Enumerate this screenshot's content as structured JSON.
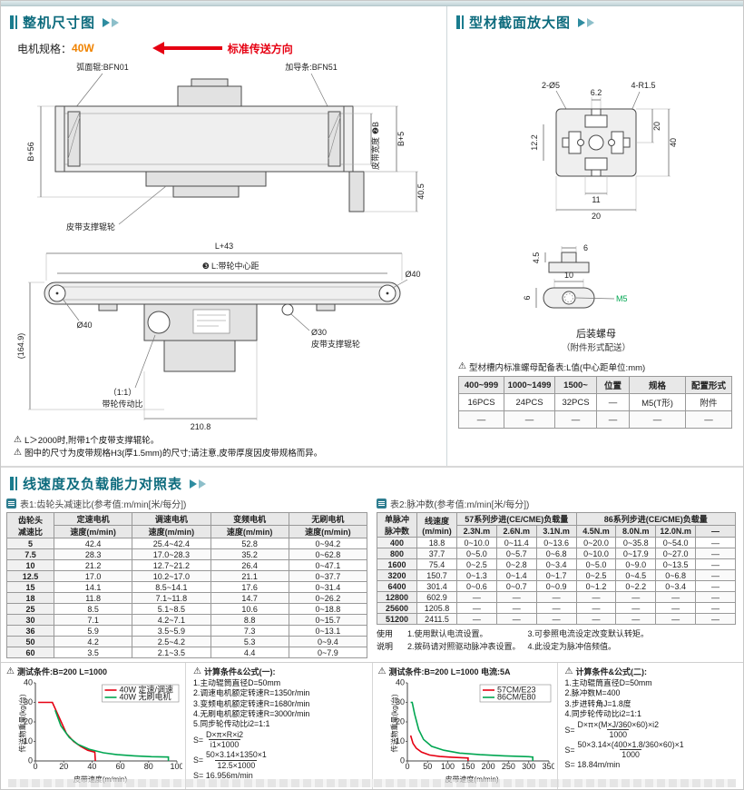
{
  "colors": {
    "teal": "#1a7c8e",
    "orange": "#f08300",
    "red": "#e60012",
    "green": "#00a651"
  },
  "warn": "⚠",
  "headers": {
    "dims": "整机尺寸图",
    "profile": "型材截面放大图",
    "speed": "线速度及负载能力对照表"
  },
  "d1": {
    "motor_label": "电机规格：",
    "motor_value": "40W",
    "direction": "标准传送方向",
    "arc": "弧面辊:BFN01",
    "guide": "加导条:BFN51",
    "b56": "B+56",
    "b5": "B+5",
    "bw_badge": "❷B",
    "bw_text": "皮带宽度",
    "h405": "40.5",
    "support": "皮带支撑辊轮",
    "l43": "L+43",
    "center_badge": "❸",
    "center_text": "L:带轮中心距",
    "d40": "Ø40",
    "d40b": "Ø40",
    "d30": "Ø30",
    "support2": "皮带支撑辊轮",
    "h1649": "(164.9)",
    "ratio": "（1:1）",
    "ratio_text": "带轮传动比",
    "w2108": "210.8",
    "note1": "L＞2000时,附带1个皮带支撑辊轮。",
    "note2": "图中的尺寸为皮带规格H3(厚1.5mm)的尺寸;请注意,皮带厚度因皮带规格而异。"
  },
  "d2": {
    "h25": "2-Ø5",
    "w62": "6.2",
    "r15": "4-R1.5",
    "h122": "12.2",
    "h20": "20",
    "h40": "40",
    "w11": "11",
    "w20": "20",
    "n6": "6",
    "n45": "4.5",
    "n10": "10",
    "n6b": "6",
    "m5": "M5",
    "nut": "后装螺母",
    "nut_sub": "（附件形式配送）",
    "nut_title": "型材槽内标准螺母配备表:L值(中心距单位:mm)",
    "nut_headers": [
      "400~999",
      "1000~1499",
      "1500~",
      "位置",
      "规格",
      "配置形式"
    ],
    "nut_rows": [
      [
        "16PCS",
        "24PCS",
        "32PCS",
        "—",
        "M5(T形)",
        "附件"
      ],
      [
        "—",
        "—",
        "—",
        "—",
        "—",
        "—"
      ]
    ]
  },
  "table1": {
    "title": "表1:齿轮头减速比(参考值:m/min[米/每分])",
    "col0_line1": "齿轮头",
    "col0_line2": "减速比",
    "groups": [
      "定速电机",
      "调速电机",
      "变频电机",
      "无刷电机"
    ],
    "sub": "速度(m/min)",
    "rows": [
      [
        "5",
        "42.4",
        "25.4~42.4",
        "52.8",
        "0~94.2"
      ],
      [
        "7.5",
        "28.3",
        "17.0~28.3",
        "35.2",
        "0~62.8"
      ],
      [
        "10",
        "21.2",
        "12.7~21.2",
        "26.4",
        "0~47.1"
      ],
      [
        "12.5",
        "17.0",
        "10.2~17.0",
        "21.1",
        "0~37.7"
      ],
      [
        "15",
        "14.1",
        "8.5~14.1",
        "17.6",
        "0~31.4"
      ],
      [
        "18",
        "11.8",
        "7.1~11.8",
        "14.7",
        "0~26.2"
      ],
      [
        "25",
        "8.5",
        "5.1~8.5",
        "10.6",
        "0~18.8"
      ],
      [
        "30",
        "7.1",
        "4.2~7.1",
        "8.8",
        "0~15.7"
      ],
      [
        "36",
        "5.9",
        "3.5~5.9",
        "7.3",
        "0~13.1"
      ],
      [
        "50",
        "4.2",
        "2.5~4.2",
        "5.3",
        "0~9.4"
      ],
      [
        "60",
        "3.5",
        "2.1~3.5",
        "4.4",
        "0~7.9"
      ]
    ]
  },
  "table2": {
    "title": "表2:脉冲数(参考值:m/min[米/每分])",
    "col0_line1": "单脉冲",
    "col0_line2": "脉冲数",
    "col1_line1": "线速度",
    "col1_line2": "(m/min)",
    "group57": "57系列步进(CE/CME)负载量",
    "group86": "86系列步进(CE/CME)负载量",
    "sub": [
      "2.3N.m",
      "2.6N.m",
      "3.1N.m",
      "4.5N.m",
      "8.0N.m",
      "12.0N.m",
      "—"
    ],
    "rows": [
      [
        "400",
        "18.8",
        "0~10.0",
        "0~11.4",
        "0~13.6",
        "0~20.0",
        "0~35.8",
        "0~54.0",
        "—"
      ],
      [
        "800",
        "37.7",
        "0~5.0",
        "0~5.7",
        "0~6.8",
        "0~10.0",
        "0~17.9",
        "0~27.0",
        "—"
      ],
      [
        "1600",
        "75.4",
        "0~2.5",
        "0~2.8",
        "0~3.4",
        "0~5.0",
        "0~9.0",
        "0~13.5",
        "—"
      ],
      [
        "3200",
        "150.7",
        "0~1.3",
        "0~1.4",
        "0~1.7",
        "0~2.5",
        "0~4.5",
        "0~6.8",
        "—"
      ],
      [
        "6400",
        "301.4",
        "0~0.6",
        "0~0.7",
        "0~0.9",
        "0~1.2",
        "0~2.2",
        "0~3.4",
        "—"
      ],
      [
        "12800",
        "602.9",
        "—",
        "—",
        "—",
        "—",
        "—",
        "—",
        "—"
      ],
      [
        "25600",
        "1205.8",
        "—",
        "—",
        "—",
        "—",
        "—",
        "—",
        "—"
      ],
      [
        "51200",
        "2411.5",
        "—",
        "—",
        "—",
        "—",
        "—",
        "—",
        "—"
      ]
    ]
  },
  "usage": {
    "label1": "使用",
    "label2": "说明",
    "note1": "1.使用默认电流设置。",
    "note2": "2.拨码请对照驱动脉冲表设置。",
    "note3": "3.可参照电流设定改变默认转矩。",
    "note4": "4.此设定为脉冲倍频值。"
  },
  "chart1": {
    "type": "line",
    "condition": "测试条件:B=200  L=1000",
    "ylabel": "传送物重量(kg/台)",
    "xlabel": "皮带速度(m/min)",
    "legend": [
      "40W 定速/调速",
      "40W 无刷电机"
    ],
    "xticks": [
      0,
      20,
      40,
      60,
      80,
      100
    ],
    "yticks": [
      0,
      10,
      20,
      30,
      40
    ],
    "series_red": [
      [
        2,
        30
      ],
      [
        12,
        30
      ],
      [
        17,
        22
      ],
      [
        22,
        14
      ],
      [
        27,
        10
      ],
      [
        32,
        7.5
      ],
      [
        37,
        5.5
      ],
      [
        42,
        4.5
      ],
      [
        42.4,
        0
      ]
    ],
    "series_green": [
      [
        14,
        26
      ],
      [
        18,
        18
      ],
      [
        24,
        12
      ],
      [
        30,
        8.5
      ],
      [
        38,
        6
      ],
      [
        48,
        4.2
      ],
      [
        58,
        3.2
      ],
      [
        70,
        2.6
      ],
      [
        82,
        2.2
      ],
      [
        94,
        2
      ],
      [
        94,
        0
      ]
    ]
  },
  "formula1": {
    "title": "计算条件&公式(一):",
    "lines": [
      "1.主动辊筒直径D=50mm",
      "2.调速电机额定转速R=1350r/min",
      "3.变频电机额定转速R=1680r/min",
      "4.无刷电机额定转速R=3000r/min",
      "5.同步轮传动比i2=1:1"
    ],
    "s": "S=",
    "f1_num": "D×π×R×i2",
    "f1_den": "i1×1000",
    "f2_num": "50×3.14×1350×1",
    "f2_den": "12.5×1000",
    "result": "S= 16.956m/min"
  },
  "chart2": {
    "type": "line",
    "condition": "测试条件:B=200  L=1000  电流:5A",
    "ylabel": "传送物重量(kg/台)",
    "xlabel": "皮带速度(m/min)",
    "legend": [
      "57CM/E23",
      "86CM/E80"
    ],
    "xticks": [
      0,
      50,
      100,
      150,
      200,
      250,
      300,
      350
    ],
    "yticks": [
      0,
      10,
      20,
      30,
      40
    ],
    "series_red": [
      [
        8,
        13
      ],
      [
        14,
        9
      ],
      [
        22,
        6.5
      ],
      [
        35,
        4.5
      ],
      [
        55,
        3
      ],
      [
        80,
        2.3
      ],
      [
        110,
        1.9
      ],
      [
        140,
        1.6
      ],
      [
        150,
        1.5
      ],
      [
        150,
        0
      ]
    ],
    "series_green": [
      [
        8,
        30
      ],
      [
        12,
        30
      ],
      [
        18,
        24
      ],
      [
        28,
        16
      ],
      [
        40,
        11
      ],
      [
        60,
        7.5
      ],
      [
        90,
        5.5
      ],
      [
        130,
        4
      ],
      [
        180,
        3.2
      ],
      [
        240,
        2.6
      ],
      [
        300,
        2.2
      ],
      [
        310,
        2
      ],
      [
        310,
        0
      ]
    ]
  },
  "formula2": {
    "title": "计算条件&公式(二):",
    "lines": [
      "1.主动辊筒直径D=50mm",
      "2.脉冲数M=400",
      "3.步进转角J=1.8度",
      "4.同步轮传动比i2=1:1"
    ],
    "s": "S=",
    "f1_num": "D×π×(M×J/360×60)×i2",
    "f1_den": "1000",
    "f2_num": "50×3.14×(400×1.8/360×60)×1",
    "f2_den": "1000",
    "result": "S= 18.84m/min"
  }
}
